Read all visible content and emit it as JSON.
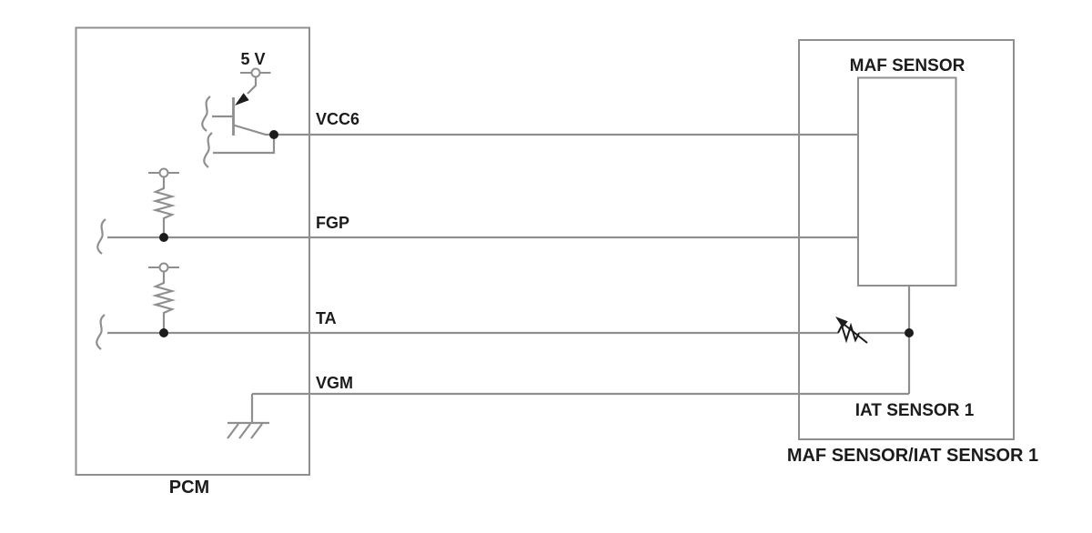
{
  "colors": {
    "background": "#ffffff",
    "wire": "#8f8f8f",
    "text": "#1c1c1c"
  },
  "pcm": {
    "label": "PCM",
    "supply_label": "5 V",
    "pins": {
      "vcc6": "VCC6",
      "fgp": "FGP",
      "ta": "TA",
      "vgm": "VGM"
    }
  },
  "sensor": {
    "box_label": "MAF SENSOR",
    "iat_label": "IAT SENSOR 1",
    "caption": "MAF SENSOR/IAT SENSOR 1"
  }
}
